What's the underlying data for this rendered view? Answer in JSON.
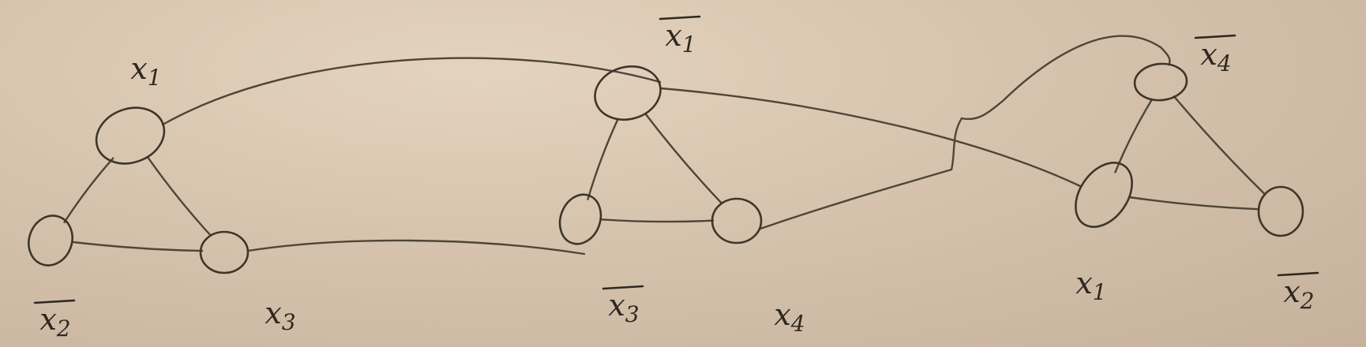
{
  "diagram": {
    "nodes": [
      {
        "id": "g1-top",
        "label": "x1",
        "text": "x",
        "sub": "1",
        "negated": false
      },
      {
        "id": "g1-left",
        "label": "x2",
        "text": "x",
        "sub": "2",
        "negated": true
      },
      {
        "id": "g1-right",
        "label": "x3",
        "text": "x",
        "sub": "3",
        "negated": false
      },
      {
        "id": "g2-top",
        "label": "x1",
        "text": "x",
        "sub": "1",
        "negated": true
      },
      {
        "id": "g2-left",
        "label": "x3",
        "text": "x",
        "sub": "3",
        "negated": true
      },
      {
        "id": "g2-right",
        "label": "x4",
        "text": "x",
        "sub": "4",
        "negated": false
      },
      {
        "id": "g3-top",
        "label": "x4",
        "text": "x",
        "sub": "4",
        "negated": true
      },
      {
        "id": "g3-left",
        "label": "x1",
        "text": "x",
        "sub": "1",
        "negated": false
      },
      {
        "id": "g3-right",
        "label": "x2",
        "text": "x",
        "sub": "2",
        "negated": true
      }
    ],
    "edges": [
      {
        "from": "g1-top",
        "to": "g1-left"
      },
      {
        "from": "g1-top",
        "to": "g1-right"
      },
      {
        "from": "g1-left",
        "to": "g1-right"
      },
      {
        "from": "g2-top",
        "to": "g2-left"
      },
      {
        "from": "g2-top",
        "to": "g2-right"
      },
      {
        "from": "g2-left",
        "to": "g2-right"
      },
      {
        "from": "g3-top",
        "to": "g3-left"
      },
      {
        "from": "g3-top",
        "to": "g3-right"
      },
      {
        "from": "g3-left",
        "to": "g3-right"
      },
      {
        "from": "g1-top",
        "to": "g2-top"
      },
      {
        "from": "g1-right",
        "to": "g2-left"
      },
      {
        "from": "g2-top",
        "to": "g3-left"
      },
      {
        "from": "g2-right",
        "to": "g3-top"
      }
    ]
  }
}
